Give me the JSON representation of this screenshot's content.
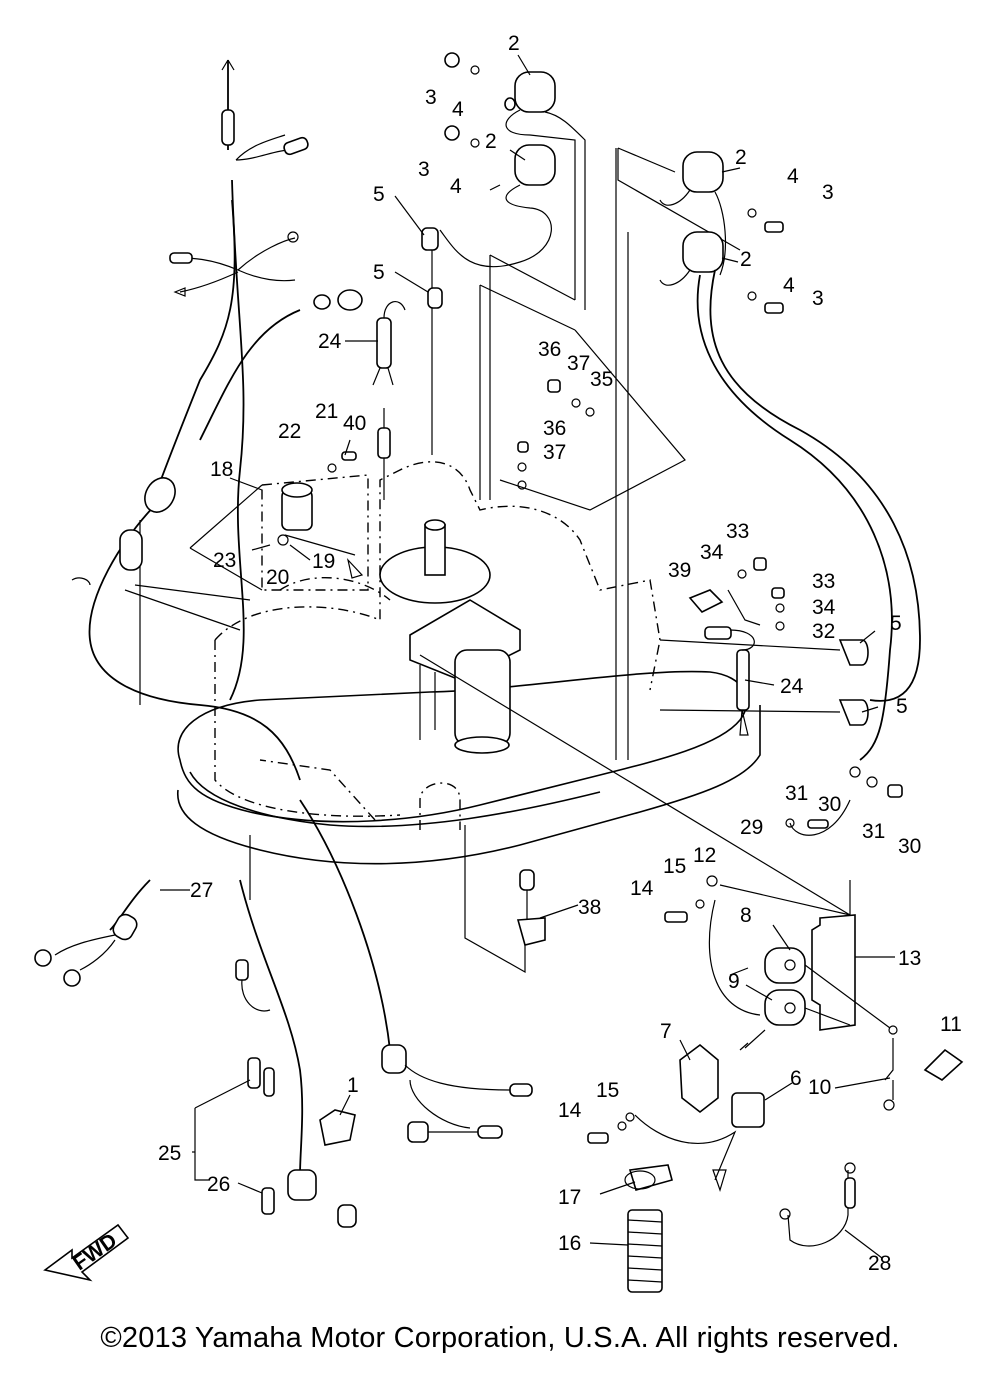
{
  "diagram": {
    "fwd_label": "FWD",
    "callouts": [
      "1",
      "2",
      "2",
      "2",
      "2",
      "3",
      "3",
      "3",
      "3",
      "4",
      "4",
      "4",
      "4",
      "5",
      "5",
      "5",
      "5",
      "6",
      "7",
      "8",
      "9",
      "10",
      "11",
      "12",
      "13",
      "14",
      "14",
      "15",
      "15",
      "16",
      "17",
      "18",
      "19",
      "20",
      "21",
      "22",
      "23",
      "24",
      "24",
      "25",
      "26",
      "27",
      "28",
      "29",
      "30",
      "30",
      "31",
      "31",
      "32",
      "33",
      "33",
      "34",
      "34",
      "35",
      "36",
      "36",
      "37",
      "37",
      "38",
      "39",
      "40"
    ]
  },
  "footer": {
    "copyright": "©2013 Yamaha Motor Corporation, U.S.A. All rights reserved."
  }
}
